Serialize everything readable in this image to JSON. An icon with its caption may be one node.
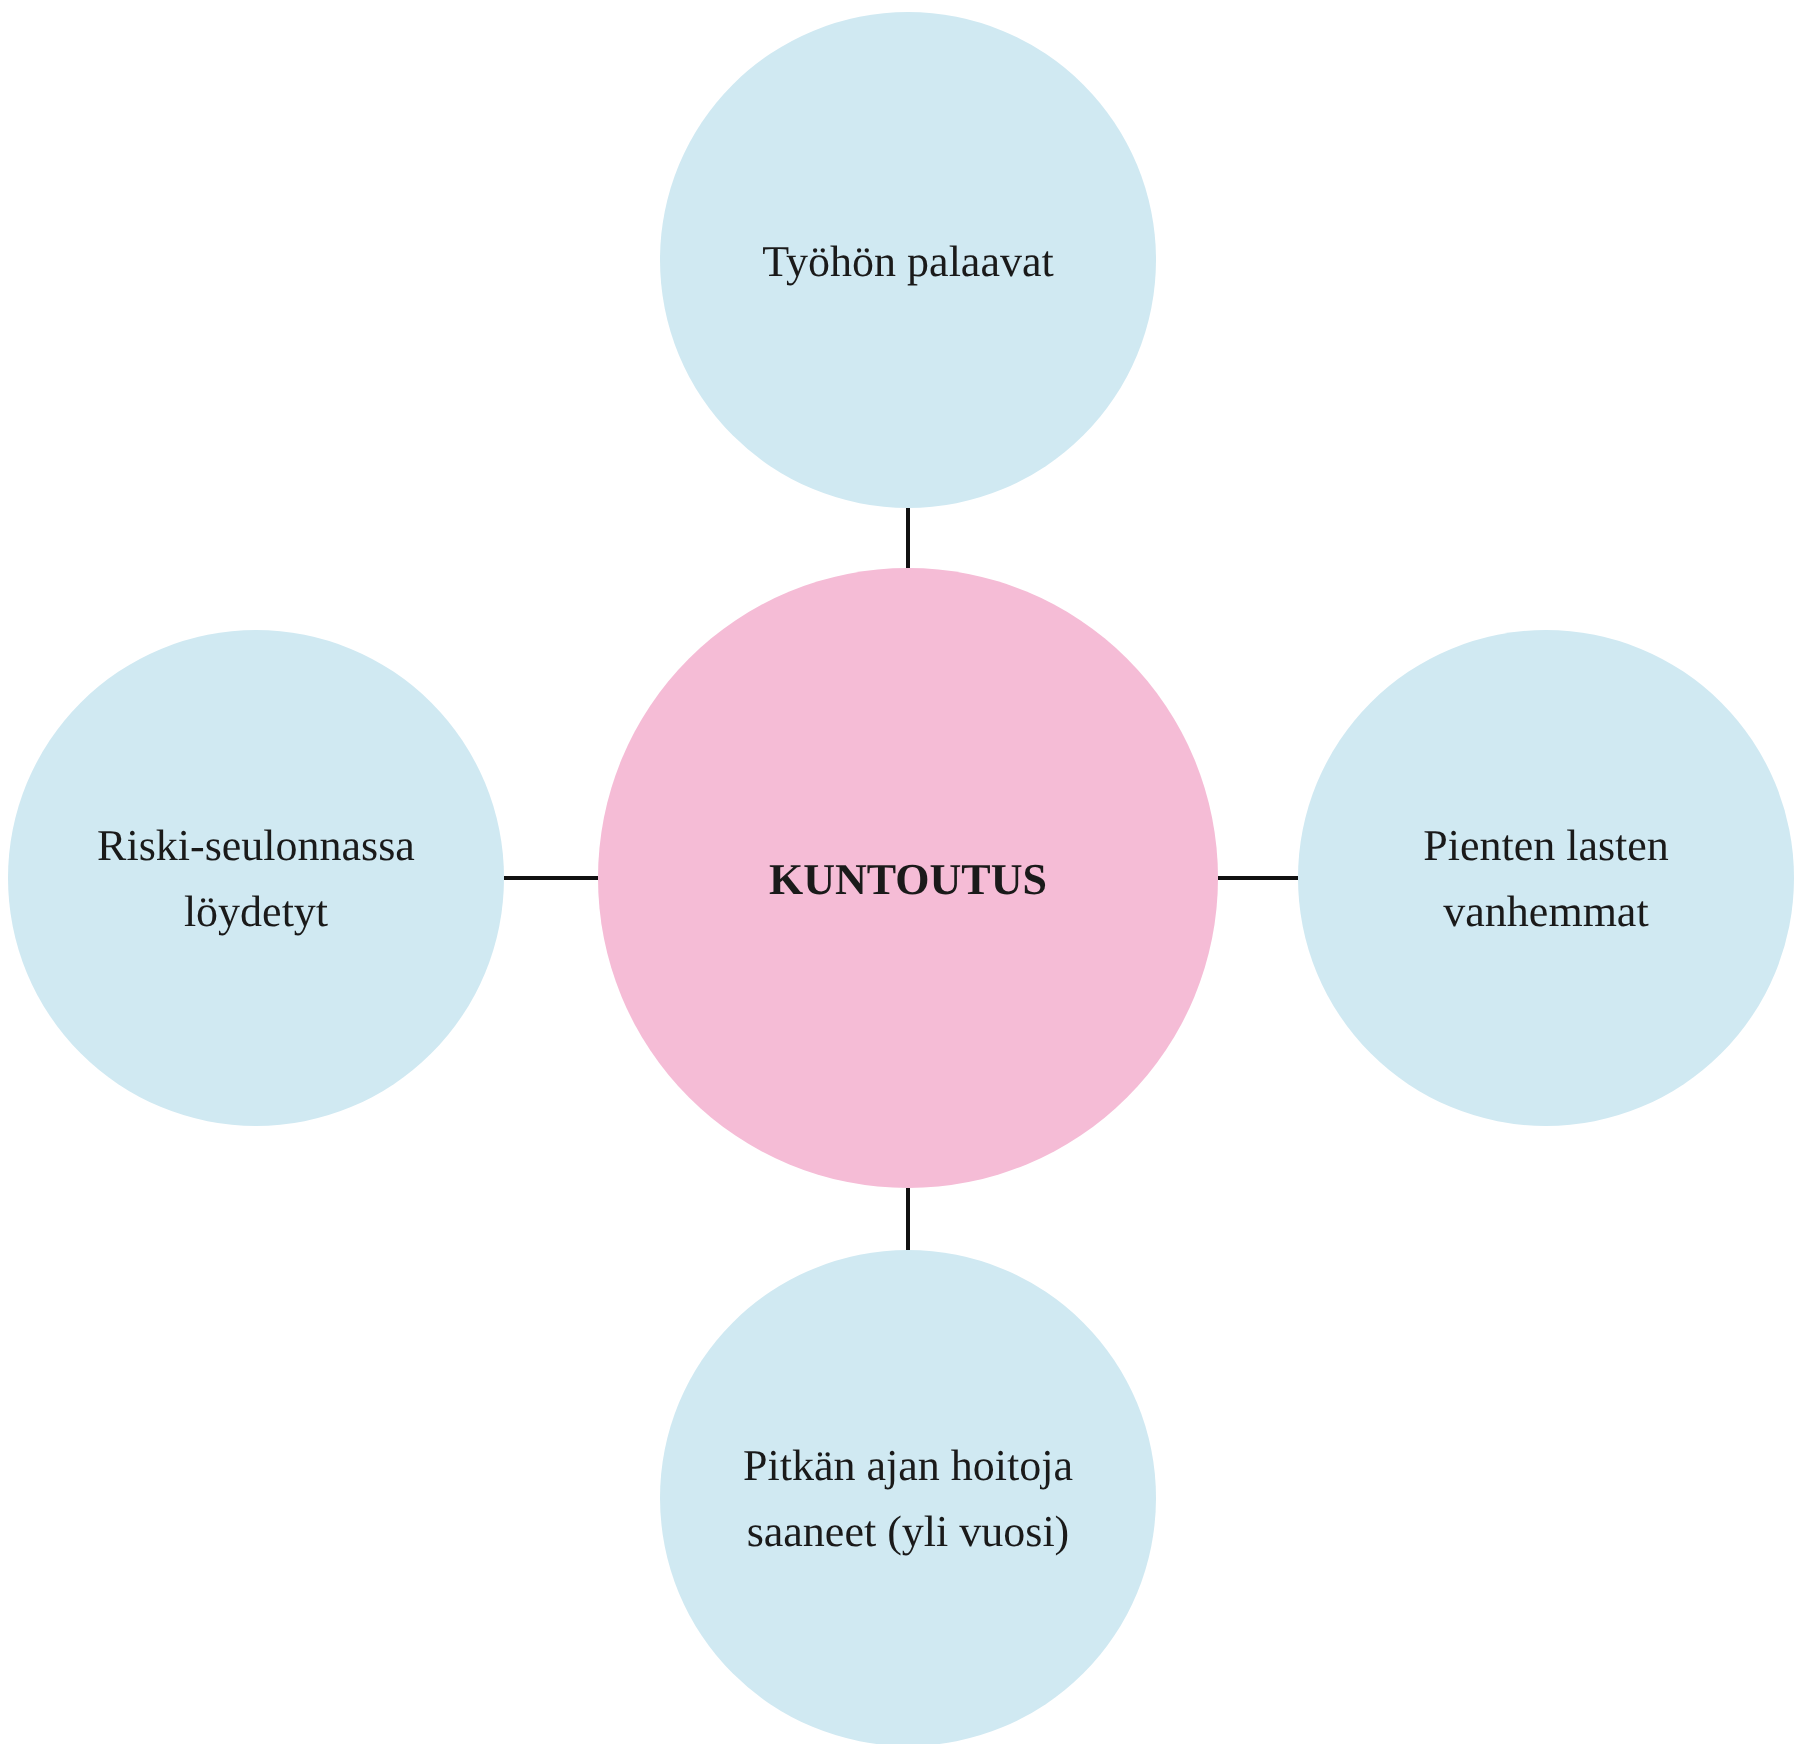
{
  "diagram": {
    "nodes": [
      {
        "text": [
          "Työhön palaavat"
        ]
      },
      {
        "text": [
          "Riski-seulonnassa löydetyt"
        ]
      },
      {
        "text": [
          "KUNTOUTUS"
        ]
      },
      {
        "text": [
          "Pienten lasten vanhemmat"
        ]
      },
      {
        "text": [
          "Pitkän ajan hoitoja saaneet (yli vuosi)"
        ]
      }
    ],
    "edges": [
      {
        "from": 2,
        "to": 0,
        "arrow": "none"
      },
      {
        "from": 2,
        "to": 1,
        "arrow": "none"
      },
      {
        "from": 2,
        "to": 3,
        "arrow": "none"
      },
      {
        "from": 2,
        "to": 4,
        "arrow": "none"
      }
    ]
  }
}
